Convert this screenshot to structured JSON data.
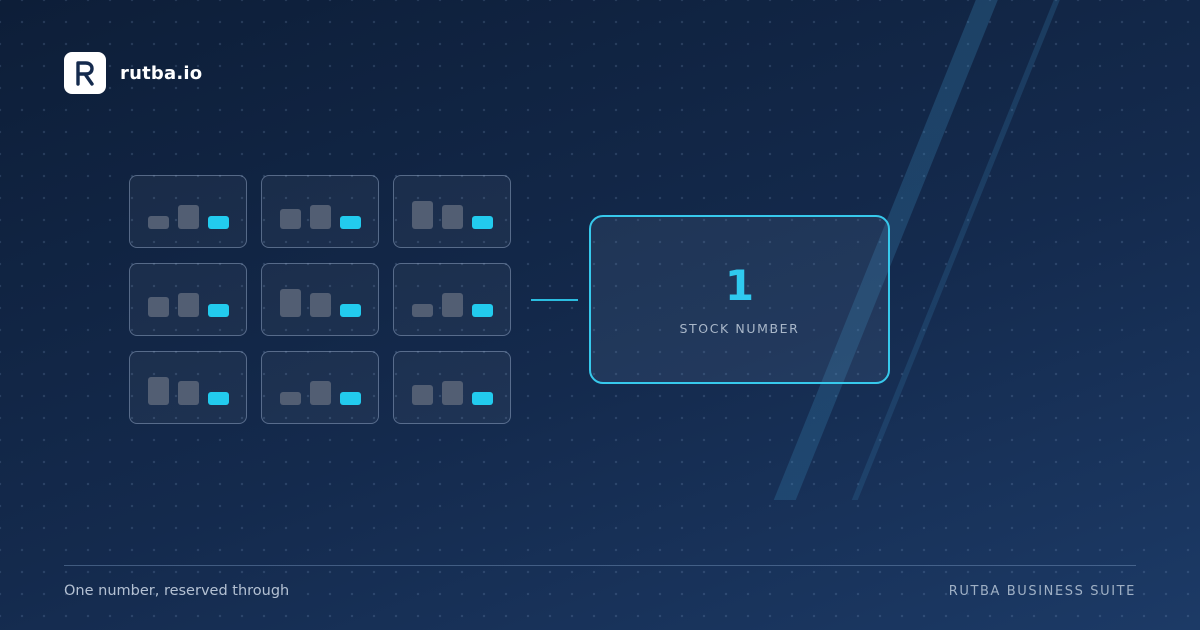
{
  "brand": {
    "name": "rutba.io",
    "logo_letter": "R",
    "logo_icon": "r-letter-logo-icon",
    "suite_name": "RUTBA BUSINESS SUITE"
  },
  "hero": {
    "stock_value": "1",
    "stock_label": "STOCK NUMBER"
  },
  "footer": {
    "tagline": "One number, reserved through"
  },
  "tiles_icon": "mini-bar-chart-icon",
  "colors": {
    "background": "#112544",
    "accent": "#2fcaef",
    "muted_bar": "#525e73",
    "text": "#ffffff",
    "label": "#a9b7c9"
  }
}
